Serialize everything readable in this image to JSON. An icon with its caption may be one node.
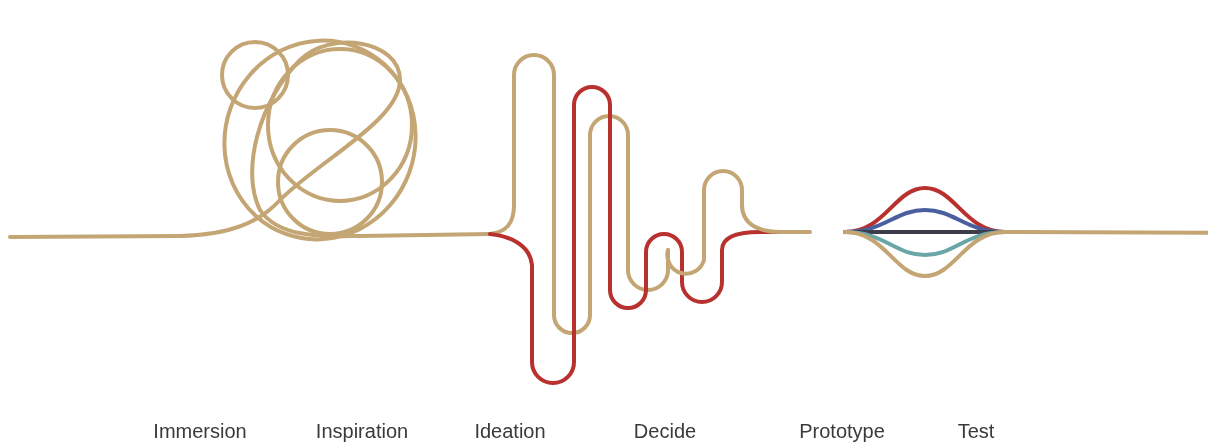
{
  "diagram": {
    "labels": [
      "Immersion",
      "Inspiration",
      "Ideation",
      "Decide",
      "Prototype",
      "Test"
    ]
  }
}
